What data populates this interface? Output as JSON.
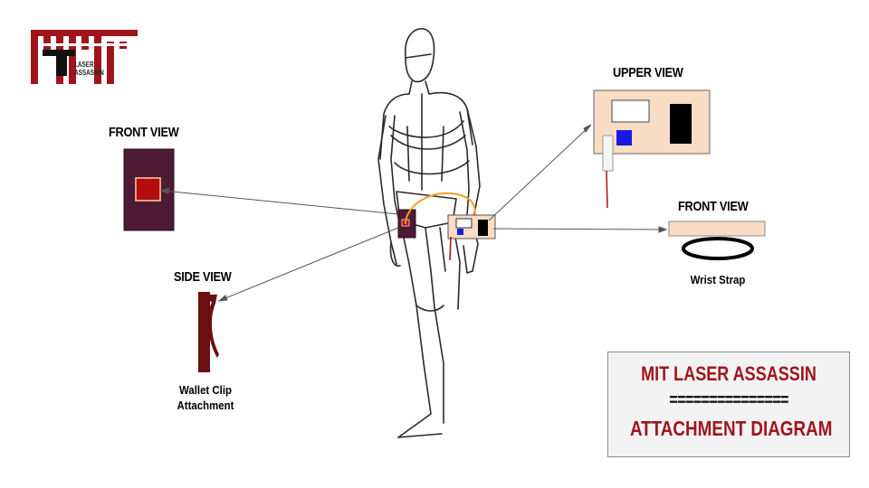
{
  "logo": {
    "text_line1": "LASER",
    "text_line2": "ASSASSIN"
  },
  "labels": {
    "front_view_left": "FRONT VIEW",
    "side_view": "SIDE VIEW",
    "upper_view": "UPPER VIEW",
    "front_view_right": "FRONT VIEW",
    "wallet_clip_line1": "Wallet Clip",
    "wallet_clip_line2": "Attachment",
    "wrist_strap": "Wrist Strap"
  },
  "title_box": {
    "line1": "MIT LASER ASSASSIN",
    "line2": "===============",
    "line3": "ATTACHMENT DIAGRAM"
  },
  "colors": {
    "dark_maroon": "#4d1a33",
    "red": "#b30d0d",
    "title_red": "#a0151c",
    "panel_beige": "#f9dcc4",
    "blue": "#1a1ae6",
    "clip_brown": "#6b0f0f",
    "wire_orange": "#f0a020"
  }
}
